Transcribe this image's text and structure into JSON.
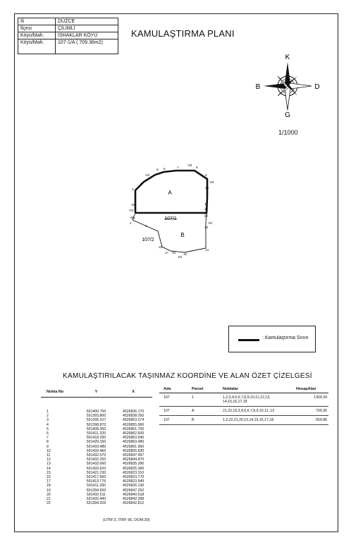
{
  "header": {
    "rows": [
      {
        "label": "İli",
        "value": "DÜZCE"
      },
      {
        "label": "İlçesi",
        "value": "ÇİLİMLİ"
      },
      {
        "label": "Köyü/Mah.",
        "value": "İSHAKLAR KÖYÜ"
      },
      {
        "label": "Köyü/Mah.",
        "value": "107-1/A ( 709.36m2)"
      }
    ]
  },
  "title": "KAMULAŞTIRMA PLANI",
  "compass": {
    "north": "K",
    "south": "G",
    "east": "D",
    "west": "B"
  },
  "scale": "1/1000",
  "plan": {
    "parcel_a_label": "A",
    "parcel_b_label": "B",
    "parcel_1071_label": "107/1",
    "parcel_1072_label": "107/2",
    "point_labels": [
      "1",
      "2",
      "3",
      "4",
      "5",
      "6",
      "7",
      "8",
      "9",
      "10",
      "11",
      "12",
      "13",
      "14",
      "15",
      "16",
      "17",
      "18",
      "19",
      "20",
      "21",
      "22"
    ],
    "yol_label": "Yol"
  },
  "legend": {
    "text": ": Kamulaştırma Sınırı"
  },
  "coord_title": "KAMULAŞTIRILACAK TAŞINMAZ KOORDİNE VE ALAN ÖZET ÇİZELGESİ",
  "coords": {
    "headers": [
      "Nokta No",
      "Y",
      "X"
    ],
    "rows": [
      [
        "1",
        "591400.750",
        "4526836.170"
      ],
      [
        "2",
        "591393.800",
        "4526838.050"
      ],
      [
        "3",
        "591395.107",
        "4526853.274"
      ],
      [
        "4",
        "591398.870",
        "4526855.960"
      ],
      [
        "5",
        "591408.360",
        "4526861.700"
      ],
      [
        "6",
        "591411.320",
        "4526862.600"
      ],
      [
        "7",
        "591418.290",
        "4526863.540"
      ],
      [
        "8",
        "591429.160",
        "4526863.480"
      ],
      [
        "9",
        "591433.480",
        "4526861.960"
      ],
      [
        "10",
        "591433.460",
        "4526855.830"
      ],
      [
        "11",
        "591432.570",
        "4526847.497"
      ],
      [
        "12",
        "591432.250",
        "4526844.470"
      ],
      [
        "13",
        "591433.060",
        "4526835.280"
      ],
      [
        "14",
        "591433.620",
        "4526825.390"
      ],
      [
        "15",
        "591421.230",
        "4526823.310"
      ],
      [
        "16",
        "591417.560",
        "4526823.770"
      ],
      [
        "17",
        "591413.776",
        "4526823.949"
      ],
      [
        "18",
        "591411.260",
        "4526826.130"
      ],
      [
        "19",
        "591394.593",
        "4526847.262"
      ],
      [
        "20",
        "591432.611",
        "4526840.518"
      ],
      [
        "21",
        "591432.440",
        "4526842.398"
      ],
      [
        "22",
        "591394.209",
        "4526842.812"
      ]
    ]
  },
  "areas": {
    "headers": [
      "Ada",
      "Parsel",
      "Noktalar",
      "HesapAlan"
    ],
    "rows": [
      [
        "107",
        "1",
        "1,2,3,4,5,6,7,8,9,10,11,12,13, 14,15,16,17,18",
        "1369.34"
      ],
      [
        "107",
        "A",
        "21,22,19,3,4,5,6,7,8,9,10,11, 12",
        "709.36"
      ],
      [
        "107",
        "B",
        "1,2,22,21,20,13,14,15,16,17,18",
        "559.86"
      ]
    ]
  },
  "footer": "(UTM 3, ITRF 96, DOM:30)"
}
